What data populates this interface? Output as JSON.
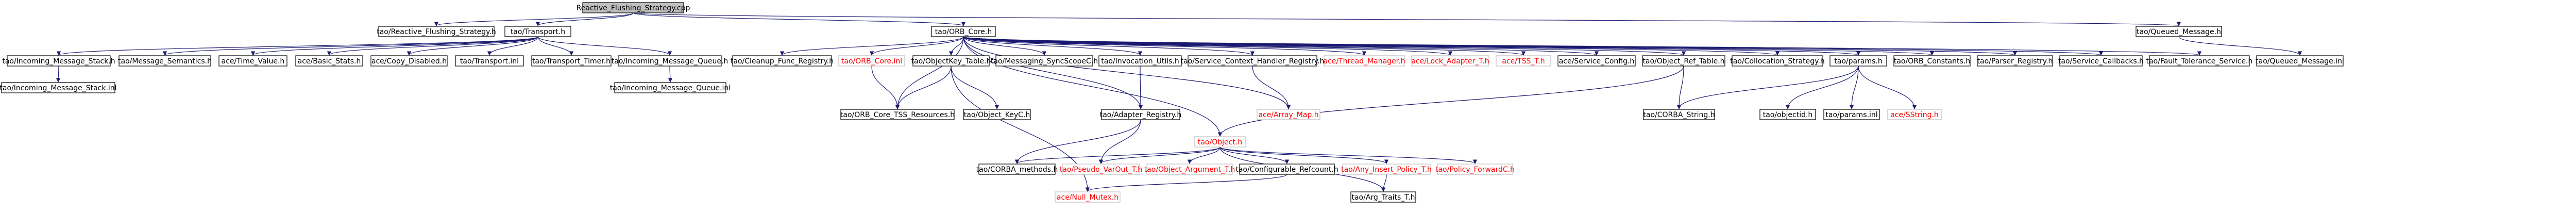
{
  "colors": {
    "edge": "#191970",
    "box_border": "#000000",
    "root_fill": "#bfbfbf",
    "node_fill": "#ffffff",
    "text": "#000000",
    "missing_text": "#ff0000",
    "missing_border": "#bfbfbf"
  },
  "nodes": [
    {
      "id": "root",
      "label": "Reactive_Flushing_Strategy.cpp",
      "kind": "root"
    },
    {
      "id": "rfs_h",
      "label": "tao/Reactive_Flushing_Strategy.h",
      "kind": "normal"
    },
    {
      "id": "transport_h",
      "label": "tao/Transport.h",
      "kind": "normal"
    },
    {
      "id": "orb_core_h",
      "label": "tao/ORB_Core.h",
      "kind": "normal"
    },
    {
      "id": "queued_message_h",
      "label": "tao/Queued_Message.h",
      "kind": "normal"
    },
    {
      "id": "ims_h",
      "label": "tao/Incoming_Message_Stack.h",
      "kind": "normal"
    },
    {
      "id": "msg_sem_h",
      "label": "tao/Message_Semantics.h",
      "kind": "normal"
    },
    {
      "id": "time_value_h",
      "label": "ace/Time_Value.h",
      "kind": "normal"
    },
    {
      "id": "basic_stats_h",
      "label": "ace/Basic_Stats.h",
      "kind": "normal"
    },
    {
      "id": "copy_disabled_h",
      "label": "ace/Copy_Disabled.h",
      "kind": "normal"
    },
    {
      "id": "transport_inl",
      "label": "tao/Transport.inl",
      "kind": "normal"
    },
    {
      "id": "transport_timer_h",
      "label": "tao/Transport_Timer.h",
      "kind": "normal"
    },
    {
      "id": "imq_h",
      "label": "tao/Incoming_Message_Queue.h",
      "kind": "normal"
    },
    {
      "id": "ims_inl",
      "label": "tao/Incoming_Message_Stack.inl",
      "kind": "normal"
    },
    {
      "id": "imq_inl",
      "label": "tao/Incoming_Message_Queue.inl",
      "kind": "normal"
    },
    {
      "id": "cleanup_h",
      "label": "tao/Cleanup_Func_Registry.h",
      "kind": "normal"
    },
    {
      "id": "orb_core_inl",
      "label": "tao/ORB_Core.inl",
      "kind": "missing"
    },
    {
      "id": "objectkey_h",
      "label": "tao/ObjectKey_Table.h",
      "kind": "normal"
    },
    {
      "id": "msg_sync_h",
      "label": "tao/Messaging_SyncScopeC.h",
      "kind": "normal"
    },
    {
      "id": "invocation_h",
      "label": "tao/Invocation_Utils.h",
      "kind": "normal"
    },
    {
      "id": "scr_h",
      "label": "tao/Service_Context_Handler_Registry.h",
      "kind": "normal"
    },
    {
      "id": "thread_mgr_h",
      "label": "ace/Thread_Manager.h",
      "kind": "missing"
    },
    {
      "id": "lock_adapter_h",
      "label": "ace/Lock_Adapter_T.h",
      "kind": "missing"
    },
    {
      "id": "tss_t_h",
      "label": "ace/TSS_T.h",
      "kind": "missing"
    },
    {
      "id": "svc_config_h",
      "label": "ace/Service_Config.h",
      "kind": "normal"
    },
    {
      "id": "obj_ref_table_h",
      "label": "tao/Object_Ref_Table.h",
      "kind": "normal"
    },
    {
      "id": "collocation_h",
      "label": "tao/Collocation_Strategy.h",
      "kind": "normal"
    },
    {
      "id": "params_h",
      "label": "tao/params.h",
      "kind": "normal"
    },
    {
      "id": "orb_constants_h",
      "label": "tao/ORB_Constants.h",
      "kind": "normal"
    },
    {
      "id": "parser_reg_h",
      "label": "tao/Parser_Registry.h",
      "kind": "normal"
    },
    {
      "id": "svc_callbacks_h",
      "label": "tao/Service_Callbacks.h",
      "kind": "normal"
    },
    {
      "id": "fault_tol_h",
      "label": "tao/Fault_Tolerance_Service.h",
      "kind": "normal"
    },
    {
      "id": "queued_message_inl",
      "label": "tao/Queued_Message.inl",
      "kind": "normal"
    },
    {
      "id": "orb_core_tss_h",
      "label": "tao/ORB_Core_TSS_Resources.h",
      "kind": "normal"
    },
    {
      "id": "object_keyc_h",
      "label": "tao/Object_KeyC.h",
      "kind": "normal"
    },
    {
      "id": "adapter_reg_h",
      "label": "tao/Adapter_Registry.h",
      "kind": "normal"
    },
    {
      "id": "array_map_h",
      "label": "ace/Array_Map.h",
      "kind": "missing"
    },
    {
      "id": "object_h",
      "label": "tao/Object.h",
      "kind": "missing"
    },
    {
      "id": "corba_string_h",
      "label": "tao/CORBA_String.h",
      "kind": "normal"
    },
    {
      "id": "objectid_h",
      "label": "tao/objectid.h",
      "kind": "normal"
    },
    {
      "id": "params_inl",
      "label": "tao/params.inl",
      "kind": "normal"
    },
    {
      "id": "sstring_h",
      "label": "ace/SString.h",
      "kind": "missing"
    },
    {
      "id": "corba_methods_h",
      "label": "tao/CORBA_methods.h",
      "kind": "normal"
    },
    {
      "id": "pseudo_varout_h",
      "label": "tao/Pseudo_VarOut_T.h",
      "kind": "missing"
    },
    {
      "id": "obj_arg_t_h",
      "label": "tao/Object_Argument_T.h",
      "kind": "missing"
    },
    {
      "id": "configurable_h",
      "label": "tao/Configurable_Refcount.h",
      "kind": "normal"
    },
    {
      "id": "any_insert_h",
      "label": "tao/Any_Insert_Policy_T.h",
      "kind": "missing"
    },
    {
      "id": "policy_fwd_h",
      "label": "tao/Policy_ForwardC.h",
      "kind": "missing"
    },
    {
      "id": "null_mutex_h",
      "label": "ace/Null_Mutex.h",
      "kind": "missing"
    },
    {
      "id": "arg_traits_h",
      "label": "tao/Arg_Traits_T.h",
      "kind": "normal"
    }
  ],
  "edges": [
    [
      "root",
      "rfs_h"
    ],
    [
      "root",
      "transport_h"
    ],
    [
      "root",
      "orb_core_h"
    ],
    [
      "root",
      "queued_message_h"
    ],
    [
      "transport_h",
      "ims_h"
    ],
    [
      "transport_h",
      "msg_sem_h"
    ],
    [
      "transport_h",
      "time_value_h"
    ],
    [
      "transport_h",
      "basic_stats_h"
    ],
    [
      "transport_h",
      "copy_disabled_h"
    ],
    [
      "transport_h",
      "transport_inl"
    ],
    [
      "transport_h",
      "transport_timer_h"
    ],
    [
      "transport_h",
      "imq_h"
    ],
    [
      "ims_h",
      "ims_inl"
    ],
    [
      "imq_h",
      "imq_inl"
    ],
    [
      "orb_core_h",
      "cleanup_h"
    ],
    [
      "orb_core_h",
      "orb_core_inl"
    ],
    [
      "orb_core_h",
      "objectkey_h"
    ],
    [
      "orb_core_h",
      "msg_sync_h"
    ],
    [
      "orb_core_h",
      "invocation_h"
    ],
    [
      "orb_core_h",
      "scr_h"
    ],
    [
      "orb_core_h",
      "thread_mgr_h"
    ],
    [
      "orb_core_h",
      "lock_adapter_h"
    ],
    [
      "orb_core_h",
      "tss_t_h"
    ],
    [
      "orb_core_h",
      "svc_config_h"
    ],
    [
      "orb_core_h",
      "obj_ref_table_h"
    ],
    [
      "orb_core_h",
      "collocation_h"
    ],
    [
      "orb_core_h",
      "params_h"
    ],
    [
      "orb_core_h",
      "orb_constants_h"
    ],
    [
      "orb_core_h",
      "parser_reg_h"
    ],
    [
      "orb_core_h",
      "svc_callbacks_h"
    ],
    [
      "orb_core_h",
      "fault_tol_h"
    ],
    [
      "orb_core_h",
      "orb_core_tss_h"
    ],
    [
      "orb_core_h",
      "adapter_reg_h"
    ],
    [
      "orb_core_h",
      "object_h"
    ],
    [
      "orb_core_h",
      "array_map_h"
    ],
    [
      "queued_message_h",
      "queued_message_inl"
    ],
    [
      "orb_core_inl",
      "orb_core_tss_h"
    ],
    [
      "objectkey_h",
      "object_keyc_h"
    ],
    [
      "objectkey_h",
      "orb_core_tss_h"
    ],
    [
      "objectkey_h",
      "null_mutex_h"
    ],
    [
      "invocation_h",
      "adapter_reg_h"
    ],
    [
      "scr_h",
      "array_map_h"
    ],
    [
      "obj_ref_table_h",
      "object_h"
    ],
    [
      "obj_ref_table_h",
      "corba_string_h"
    ],
    [
      "params_h",
      "corba_string_h"
    ],
    [
      "params_h",
      "objectid_h"
    ],
    [
      "params_h",
      "params_inl"
    ],
    [
      "params_h",
      "sstring_h"
    ],
    [
      "adapter_reg_h",
      "corba_methods_h"
    ],
    [
      "adapter_reg_h",
      "pseudo_varout_h"
    ],
    [
      "object_h",
      "corba_methods_h"
    ],
    [
      "object_h",
      "pseudo_varout_h"
    ],
    [
      "object_h",
      "obj_arg_t_h"
    ],
    [
      "object_h",
      "configurable_h"
    ],
    [
      "object_h",
      "any_insert_h"
    ],
    [
      "object_h",
      "policy_fwd_h"
    ],
    [
      "object_h",
      "arg_traits_h"
    ],
    [
      "configurable_h",
      "null_mutex_h"
    ],
    [
      "any_insert_h",
      "arg_traits_h"
    ]
  ]
}
